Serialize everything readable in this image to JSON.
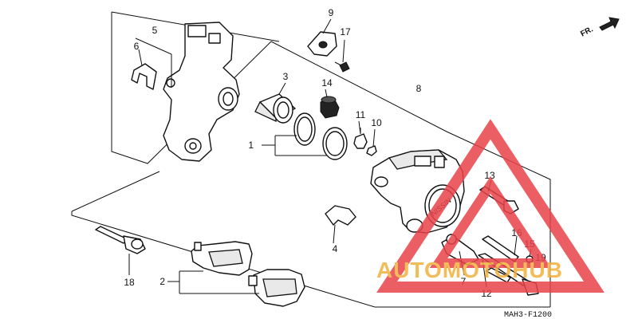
{
  "diagram": {
    "diagram_code": "MAH3-F1200",
    "direction_label": "FR.",
    "callouts": [
      {
        "id": "callout-1",
        "label": "1"
      },
      {
        "id": "callout-2",
        "label": "2"
      },
      {
        "id": "callout-3",
        "label": "3"
      },
      {
        "id": "callout-4",
        "label": "4"
      },
      {
        "id": "callout-5",
        "label": "5"
      },
      {
        "id": "callout-6",
        "label": "6"
      },
      {
        "id": "callout-7",
        "label": "7"
      },
      {
        "id": "callout-8",
        "label": "8"
      },
      {
        "id": "callout-9",
        "label": "9"
      },
      {
        "id": "callout-10",
        "label": "10"
      },
      {
        "id": "callout-11",
        "label": "11"
      },
      {
        "id": "callout-12",
        "label": "12"
      },
      {
        "id": "callout-13",
        "label": "13"
      },
      {
        "id": "callout-14",
        "label": "14"
      },
      {
        "id": "callout-15",
        "label": "15"
      },
      {
        "id": "callout-16",
        "label": "16"
      },
      {
        "id": "callout-17",
        "label": "17"
      },
      {
        "id": "callout-18",
        "label": "18"
      },
      {
        "id": "callout-19",
        "label": "19"
      }
    ],
    "caliper_stamp": "NISSIN"
  },
  "watermark": {
    "brand_text": "AUTOMOTOHUB",
    "colors": {
      "triangle": "#e8434a",
      "text": "#f3b13c"
    }
  }
}
